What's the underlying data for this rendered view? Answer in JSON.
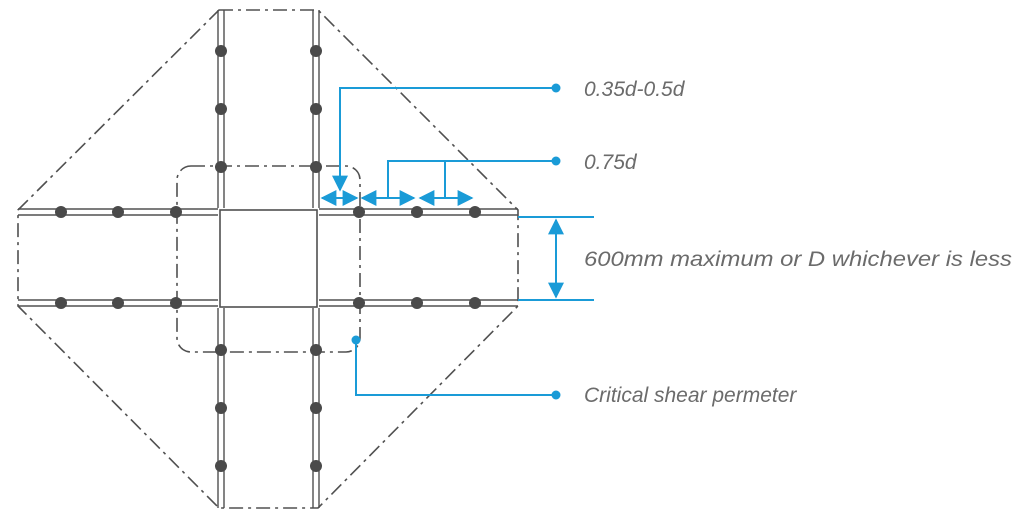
{
  "colors": {
    "structure": "#505050",
    "dot": "#4a4a4a",
    "annotation": "#1a9bd7",
    "text": "#6b6b6b",
    "background": "#ffffff"
  },
  "labels": {
    "spacing_first": "0.35d-0.5d",
    "spacing_typical": "0.75d",
    "width_limit": "600mm maximum or D whichever is less",
    "critical_perimeter": "Critical shear permeter"
  }
}
